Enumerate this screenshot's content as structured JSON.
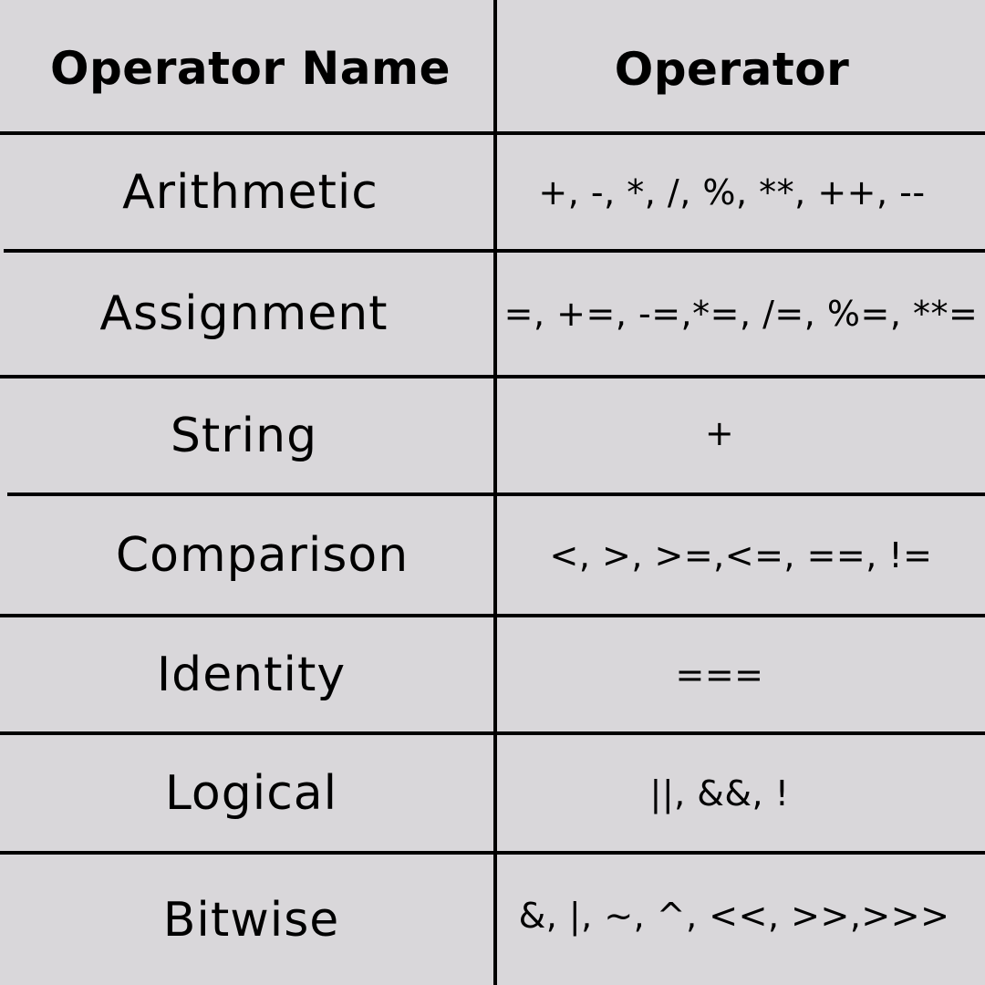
{
  "table": {
    "headers": {
      "name": "Operator Name",
      "operator": "Operator"
    },
    "rows": [
      {
        "name": "Arithmetic",
        "operators": "+, -, *, /, %, **, ++, --"
      },
      {
        "name": "Assignment",
        "operators": "=, +=, -=,*=, /=, %=, **="
      },
      {
        "name": "String",
        "operators": "+"
      },
      {
        "name": "Comparison",
        "operators": "<, >, >=,<=, ==, !="
      },
      {
        "name": "Identity",
        "operators": "==="
      },
      {
        "name": "Logical",
        "operators": "||, &&, !"
      },
      {
        "name": "Bitwise",
        "operators": "&, |, ~, ^, <<, >>,>>>"
      }
    ]
  },
  "colors": {
    "background": "#d9d7da",
    "lines": "#000000",
    "text": "#000000"
  }
}
